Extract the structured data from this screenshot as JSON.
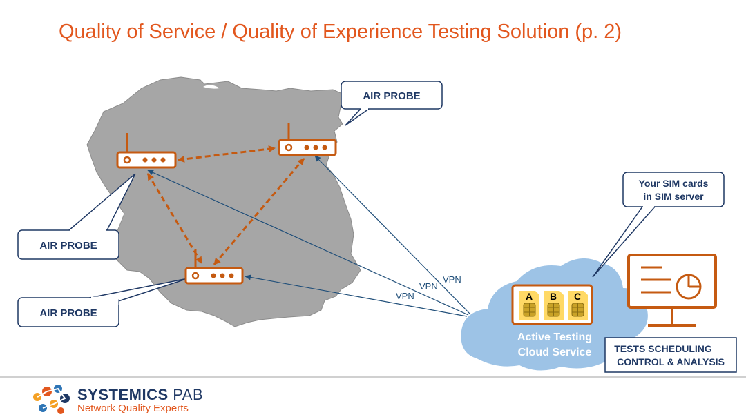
{
  "title": "Quality of Service / Quality of Experience Testing Solution (p. 2)",
  "probes": [
    {
      "label": "AIR PROBE"
    },
    {
      "label": "AIR PROBE"
    },
    {
      "label": "AIR PROBE"
    }
  ],
  "sim_callout": {
    "line1": "Your SIM cards",
    "line2": "in SIM server"
  },
  "sim_cards": [
    "A",
    "B",
    "C"
  ],
  "cloud": {
    "line1": "Active Testing",
    "line2": "Cloud Service"
  },
  "vpn_labels": [
    "VPN",
    "VPN",
    "VPN"
  ],
  "tests_box": {
    "line1": "TESTS SCHEDULING",
    "line2": "CONTROL & ANALYSIS"
  },
  "footer": {
    "company": "SYSTEMICS",
    "company_suffix": " PAB",
    "tagline": "Network Quality Experts"
  },
  "colors": {
    "accent": "#e2571e",
    "router": "#c55a11",
    "navy": "#1f3864",
    "map": "#a6a6a6",
    "cloud": "#9dc3e6"
  }
}
